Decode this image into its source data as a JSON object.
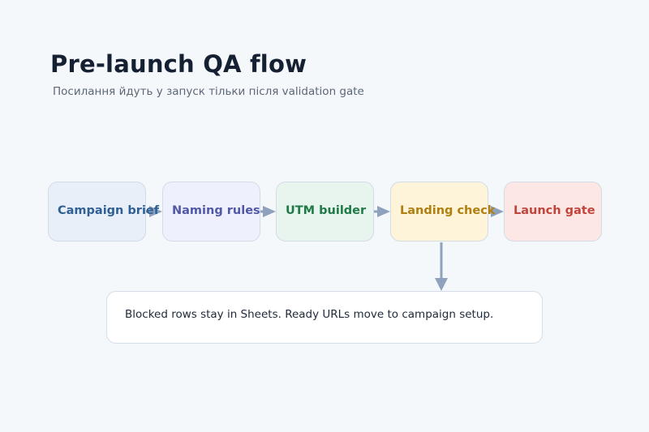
{
  "header": {
    "title": "Pre-launch QA flow",
    "subtitle": "Посилання йдуть у запуск тільки після validation gate"
  },
  "flow": {
    "nodes": [
      {
        "id": "campaign-brief",
        "label": "Campaign brief",
        "fill": "#e9eff9",
        "text_color": "#2f5f93"
      },
      {
        "id": "naming-rules",
        "label": "Naming rules",
        "fill": "#eef0fd",
        "text_color": "#5158a8"
      },
      {
        "id": "utm-builder",
        "label": "UTM builder",
        "fill": "#e8f5ee",
        "text_color": "#1f7a47"
      },
      {
        "id": "landing-check",
        "label": "Landing check",
        "fill": "#fdf4d9",
        "text_color": "#b07f0f"
      },
      {
        "id": "launch-gate",
        "label": "Launch gate",
        "fill": "#fde7e4",
        "text_color": "#c0463d"
      }
    ],
    "arrow_color": "#8ea2bd"
  },
  "note": {
    "text": "Blocked rows stay in Sheets. Ready URLs move to campaign setup."
  }
}
